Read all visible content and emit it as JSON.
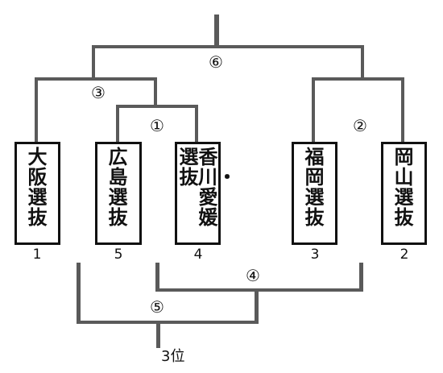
{
  "teams": [
    {
      "name": "大阪選抜",
      "seed": "1"
    },
    {
      "name": "広島選抜",
      "seed": "5"
    },
    {
      "name_col1": "選抜",
      "name_col2": "香川・愛媛",
      "seed": "4"
    },
    {
      "name": "福岡選抜",
      "seed": "3"
    },
    {
      "name": "岡山選抜",
      "seed": "2"
    }
  ],
  "matches": {
    "m1": "①",
    "m2": "②",
    "m3": "③",
    "m4": "④",
    "m5": "⑤",
    "m6": "⑥"
  },
  "third_place_label": "3位",
  "colors": {
    "line": "#5a5a5a",
    "box_border": "#111111"
  }
}
